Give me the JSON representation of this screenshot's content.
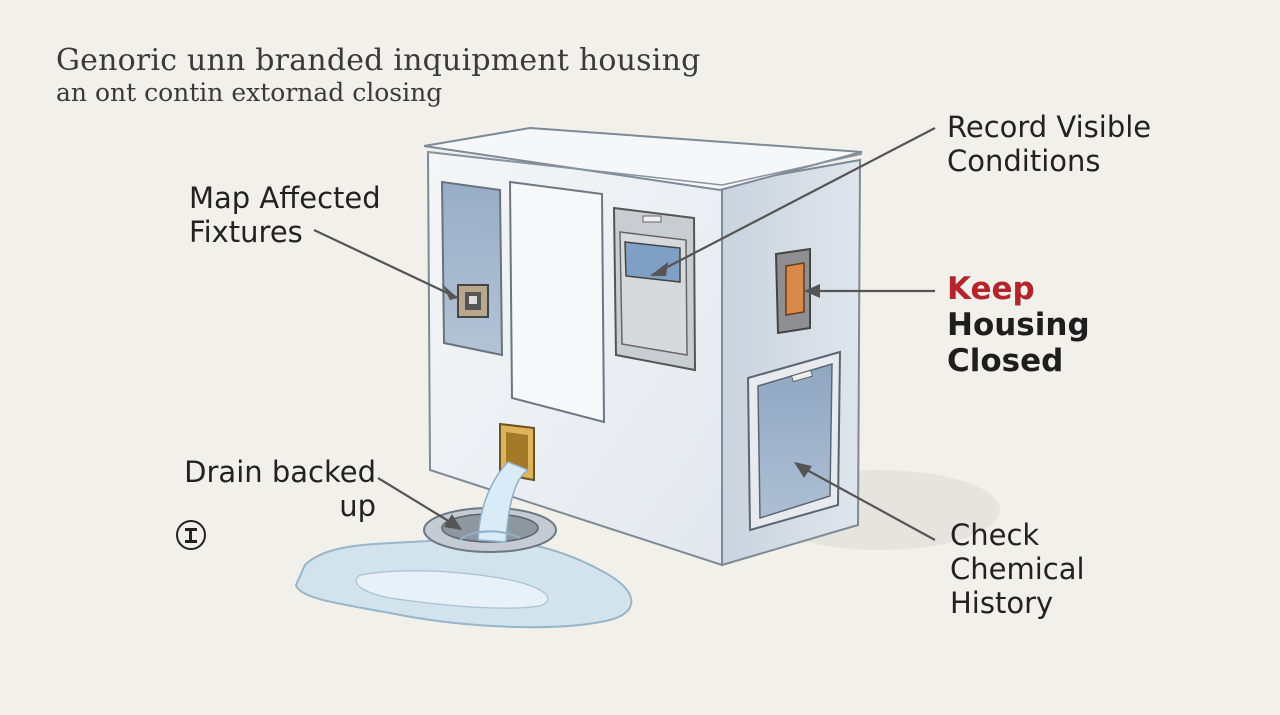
{
  "caption": {
    "line1": "Genoric unn branded inquipment housing",
    "line2": "an ont contin extornad closing"
  },
  "callouts": {
    "map_fixtures": [
      "Map Affected",
      "Fixtures"
    ],
    "record_conditions": [
      "Record Visible",
      "Conditions"
    ],
    "keep_closed": {
      "warn": "Keep",
      "rest": [
        "Housing",
        "Closed"
      ]
    },
    "drain": [
      "Drain backed",
      "up"
    ],
    "chemical": [
      "Check",
      "Chemical",
      "History"
    ]
  },
  "icons": {
    "drain": "drain-symbol-icon"
  },
  "colors": {
    "warning": "#b3242b",
    "panel_blue": "#9fb4cc",
    "switch_orange": "#d98a4a",
    "water": "#b9d4e6"
  }
}
